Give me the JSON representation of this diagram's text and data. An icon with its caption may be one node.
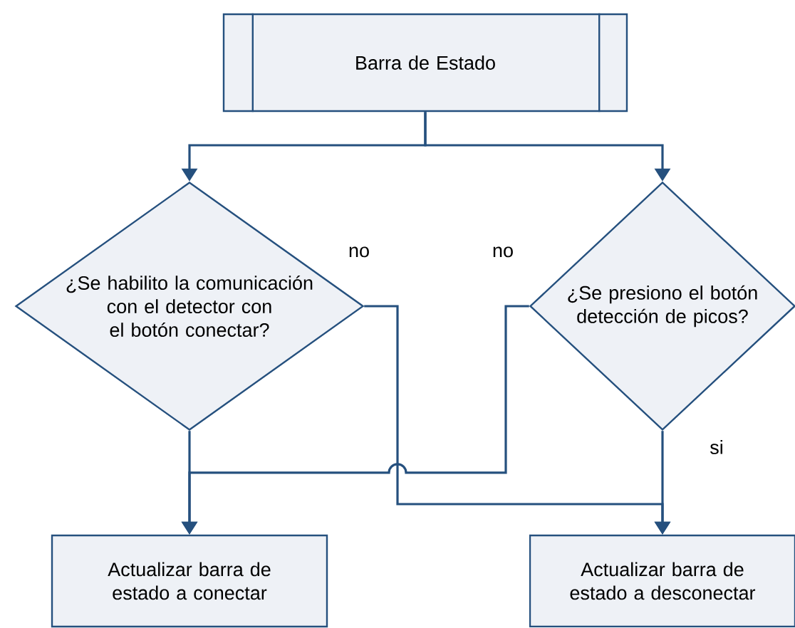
{
  "diagram": {
    "nodes": [
      {
        "text": [
          "Barra de Estado"
        ]
      },
      {
        "text": [
          "¿Se habilito la comunicación con el detector con el botón conectar?"
        ]
      },
      {
        "text": [
          "¿Se presiono el botón detección de picos?"
        ]
      },
      {
        "text": [
          "Actualizar barra de estado a conectar"
        ]
      },
      {
        "text": [
          "Actualizar barra de estado a desconectar"
        ]
      }
    ],
    "edges": [
      {
        "from": 0,
        "to": 1,
        "arrow": "to"
      },
      {
        "from": 0,
        "to": 2,
        "arrow": "to"
      },
      {
        "from": 1,
        "to": 3,
        "arrow": "to"
      },
      {
        "from": 1,
        "to": 4,
        "arrow": "to",
        "label": "no"
      },
      {
        "from": 2,
        "to": 3,
        "arrow": "to",
        "label": "no"
      },
      {
        "from": 2,
        "to": 4,
        "arrow": "to",
        "label": "si"
      }
    ]
  }
}
